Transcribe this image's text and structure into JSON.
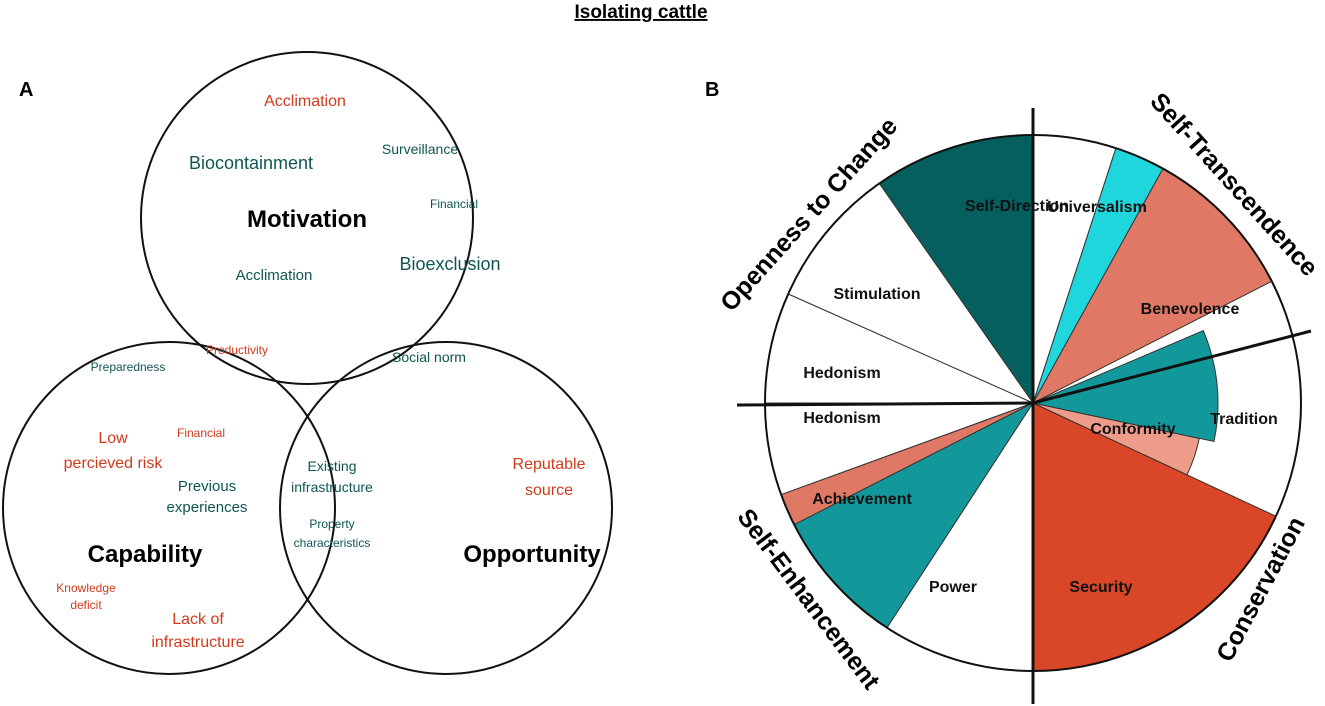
{
  "title": "Isolating cattle",
  "colors": {
    "red": "#d03a1c",
    "teal_text": "#0e5652",
    "dark_teal": "#055f5f",
    "mid_teal": "#12989a",
    "cyan": "#1ed6dc",
    "salmon": "#e07866",
    "light_salmon": "#ee9c8a",
    "red_orange": "#d94628",
    "white": "#ffffff"
  },
  "panel_a": {
    "label": "A",
    "circles": {
      "motivation": "Motivation",
      "capability": "Capability",
      "opportunity": "Opportunity"
    },
    "terms": {
      "acclimation_red": "Acclimation",
      "biocontainment": "Biocontainment",
      "surveillance": "Surveillance",
      "financial_motivation": "Financial",
      "acclimation_teal": "Acclimation",
      "bioexclusion": "Bioexclusion",
      "productivity": "Productivity",
      "social_norm": "Social norm",
      "preparedness": "Preparedness",
      "financial_capability": "Financial",
      "low_risk_line1": "Low",
      "low_risk_line2": "percieved risk",
      "previous_line1": "Previous",
      "previous_line2": "experiences",
      "existing_line1": "Existing",
      "existing_line2": "infrastructure",
      "property_line1": "Property",
      "property_line2": "characteristics",
      "reputable_line1": "Reputable",
      "reputable_line2": "source",
      "knowledge_line1": "Knowledge",
      "knowledge_line2": "deficit",
      "lack_line1": "Lack of",
      "lack_line2": "infrastructure"
    }
  },
  "panel_b": {
    "label": "B",
    "groups": {
      "openness": "Openness to Change",
      "self_transcendence": "Self-Transcendence",
      "conservation": "Conservation",
      "self_enhancement": "Self-Enhancement"
    },
    "segments": [
      {
        "name": "self-direction",
        "label": "Self-Direction",
        "start": 0,
        "end": 35,
        "color": "#055f5f"
      },
      {
        "name": "stimulation",
        "label": "Stimulation",
        "start": 35,
        "end": 66,
        "color": "#ffffff"
      },
      {
        "name": "hedonism-upper",
        "label": "Hedonism",
        "start": 66,
        "end": 90,
        "color": "#ffffff"
      },
      {
        "name": "hedonism-lower",
        "label": "Hedonism",
        "start": 90,
        "end": 110,
        "color": "#ffffff"
      },
      {
        "name": "achievement-salmon",
        "label": "",
        "start": 110,
        "end": 117,
        "color": "#e07866"
      },
      {
        "name": "achievement",
        "label": "Achievement",
        "start": 117,
        "end": 147,
        "color": "#12989a"
      },
      {
        "name": "power",
        "label": "Power",
        "start": 147,
        "end": 180,
        "color": "#ffffff"
      },
      {
        "name": "security",
        "label": "Security",
        "start": 180,
        "end": 245,
        "color": "#d94628"
      },
      {
        "name": "conformity-light",
        "label": "",
        "start": 245,
        "end": 258,
        "color": "#ee9c8a"
      },
      {
        "name": "conformity",
        "label": "Conformity",
        "start": 258,
        "end": 293,
        "color": "#12989a"
      },
      {
        "name": "tradition",
        "label": "Tradition",
        "start": 245,
        "end": 293,
        "color": "none"
      },
      {
        "name": "benevolence",
        "label": "Benevolence",
        "start": 297,
        "end": 331,
        "color": "#e07866"
      },
      {
        "name": "universalism-cyan",
        "label": "",
        "start": 331,
        "end": 342,
        "color": "#1ed6dc"
      },
      {
        "name": "universalism",
        "label": "Universalism",
        "start": 342,
        "end": 360,
        "color": "#ffffff"
      }
    ]
  }
}
